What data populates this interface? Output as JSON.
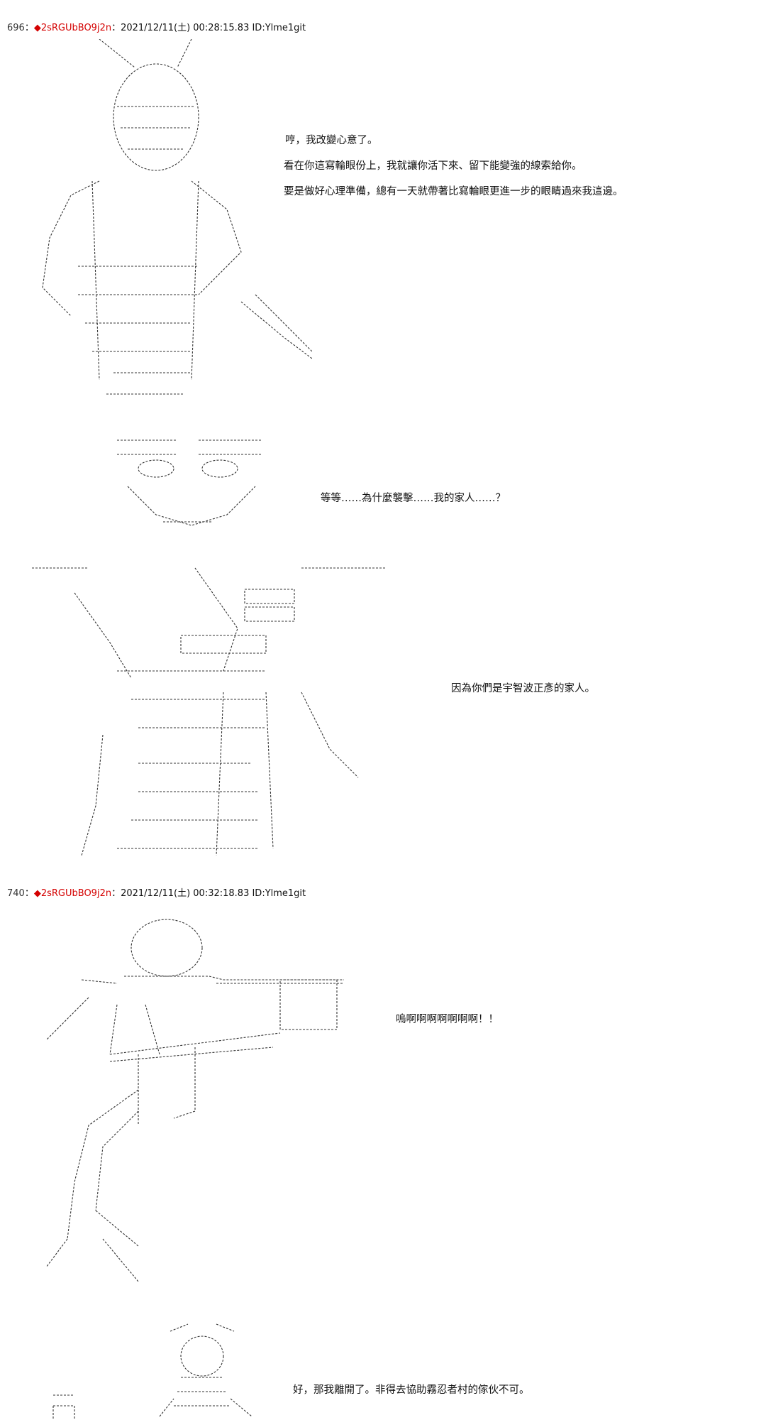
{
  "posts": [
    {
      "number": "696",
      "sep": "：",
      "diamond": "◆",
      "trip": "2sRGUbBO9j2n",
      "datetime": "：2021/12/11(土) 00:28:15.83 ID:Ylme1git",
      "lines": [
        "哼，我改變心意了。",
        "看在你這寫輪眼份上，我就讓你活下來、留下能變強的線索給你。",
        "要是做好心理準備，總有一天就帶著比寫輪眼更進一步的眼睛過來我這邊。",
        "等等……為什麼襲擊……我的家人……？",
        "因為你們是宇智波正彥的家人。"
      ]
    },
    {
      "number": "740",
      "sep": "：",
      "diamond": "◆",
      "trip": "2sRGUbBO9j2n",
      "datetime": "：2021/12/11(土) 00:32:18.83 ID:Ylme1git",
      "lines": [
        "嗚啊啊啊啊啊啊啊！！",
        "好，那我離開了。非得去協助霧忍者村的傢伙不可。"
      ]
    }
  ],
  "colors": {
    "trip": "#d40000",
    "text": "#111111"
  }
}
